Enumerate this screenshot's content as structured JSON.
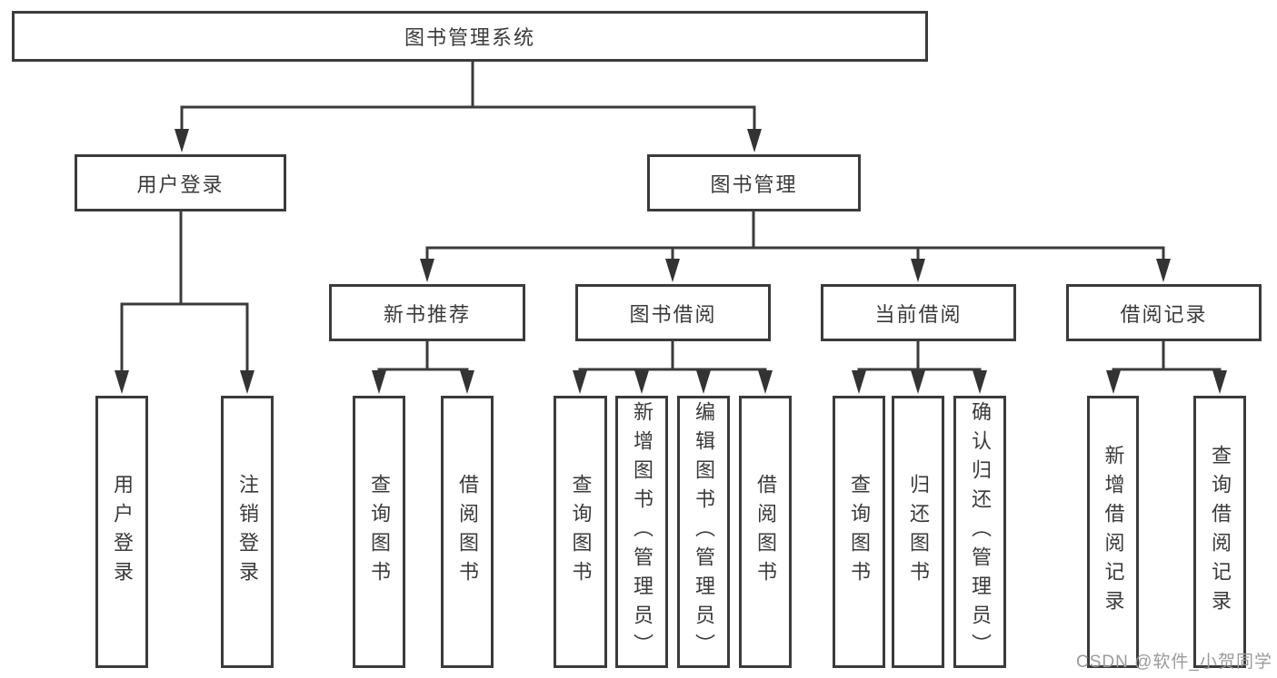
{
  "title": "图书管理系统",
  "tree": {
    "root": {
      "label": "图书管理系统"
    },
    "branches": [
      {
        "label": "用户登录",
        "children": [
          {
            "label": "用户登录"
          },
          {
            "label": "注销登录"
          }
        ]
      },
      {
        "label": "图书管理",
        "children": [
          {
            "label": "新书推荐",
            "children": [
              {
                "label": "查询图书"
              },
              {
                "label": "借阅图书"
              }
            ]
          },
          {
            "label": "图书借阅",
            "children": [
              {
                "label": "查询图书"
              },
              {
                "label": "新增图书（管理员）"
              },
              {
                "label": "编辑图书（管理员）"
              },
              {
                "label": "借阅图书"
              }
            ]
          },
          {
            "label": "当前借阅",
            "children": [
              {
                "label": "查询图书"
              },
              {
                "label": "归还图书"
              },
              {
                "label": "确认归还（管理员）"
              }
            ]
          },
          {
            "label": "借阅记录",
            "children": [
              {
                "label": "新增借阅记录"
              },
              {
                "label": "查询借阅记录"
              }
            ]
          }
        ]
      }
    ]
  },
  "watermark": {
    "text": "CSDN @软件_小贺同学",
    "color": "#9b9b9b"
  },
  "colors": {
    "line": "#3b3b3b",
    "text": "#3a3a3a",
    "background": "#ffffff",
    "watermark": "#9b9b9b"
  }
}
